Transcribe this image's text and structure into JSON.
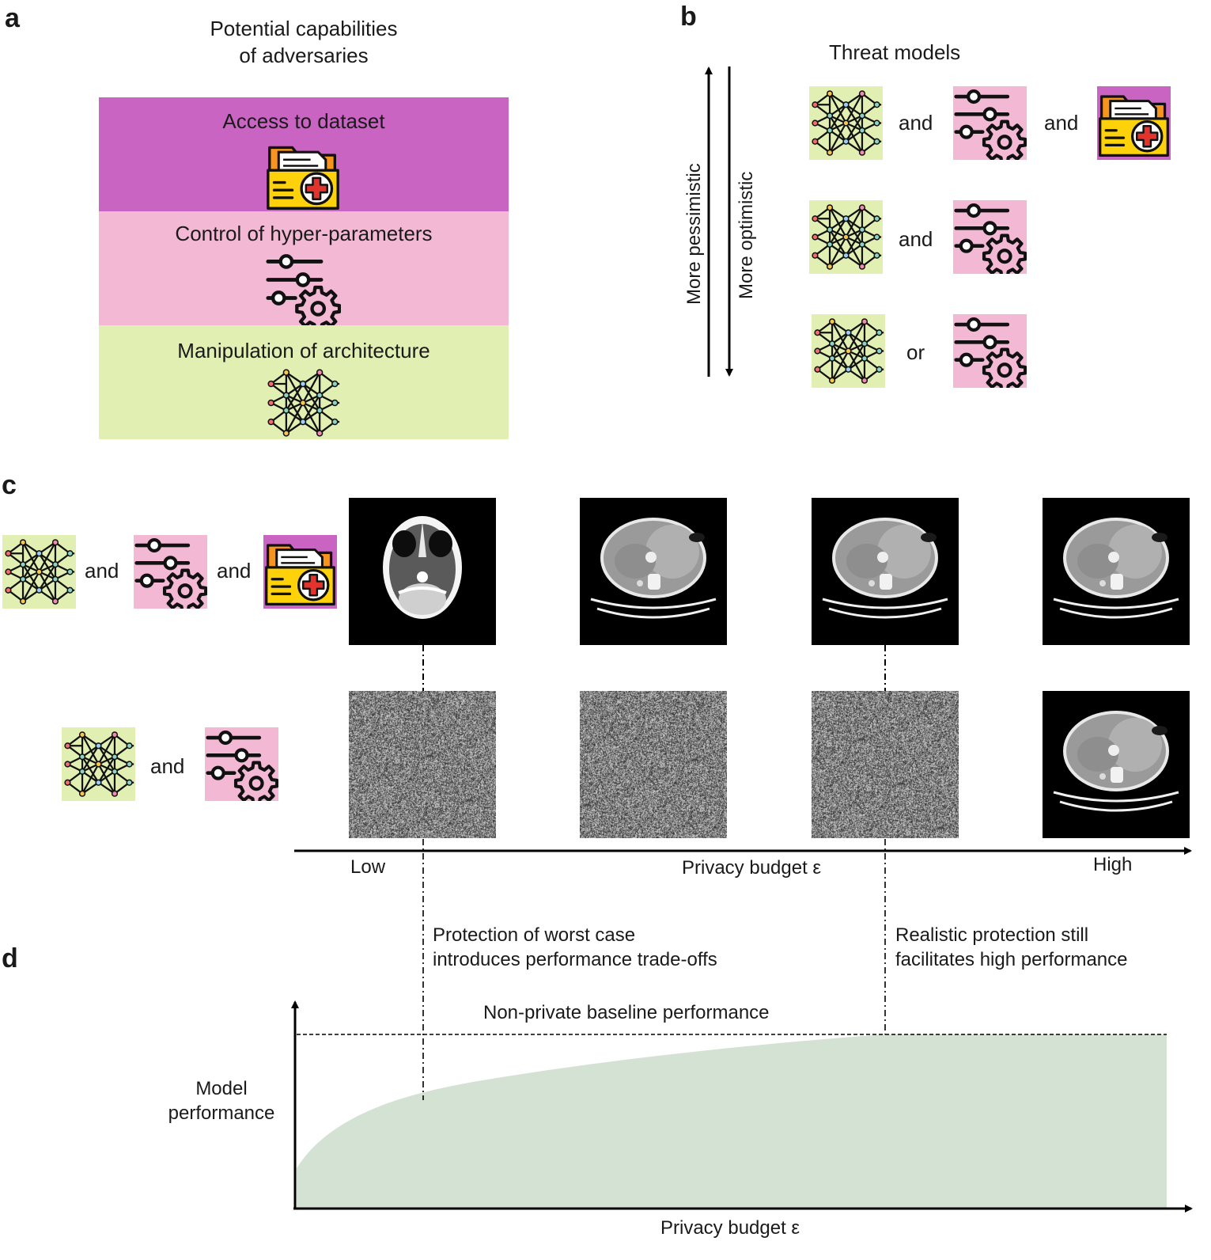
{
  "colors": {
    "dataset_band": "#c964c3",
    "hyperparam_band": "#f3b8d4",
    "architecture_band": "#e1efb3",
    "model_curve_fill": "#d3e2d3",
    "folder_yellow": "#fdd20b",
    "folder_orange": "#f7941d",
    "cross_red": "#e2342d"
  },
  "panel_a": {
    "letter": "a",
    "title_line1": "Potential capabilities",
    "title_line2": "of adversaries",
    "bands": [
      {
        "label": "Access to dataset",
        "icon": "medical-folder-icon"
      },
      {
        "label": "Control of hyper-parameters",
        "icon": "sliders-gear-icon"
      },
      {
        "label": "Manipulation of architecture",
        "icon": "neural-network-icon"
      }
    ]
  },
  "panel_b": {
    "letter": "b",
    "title": "Threat models",
    "arrow_up_label": "More pessimistic",
    "arrow_down_label": "More optimistic",
    "rows": [
      {
        "connectors": [
          "and",
          "and"
        ]
      },
      {
        "connectors": [
          "and"
        ]
      },
      {
        "connectors": [
          "or"
        ]
      }
    ]
  },
  "panel_c": {
    "letter": "c",
    "row1_connectors": [
      "and",
      "and"
    ],
    "row2_connectors": [
      "and"
    ],
    "axis_low": "Low",
    "axis_label": "Privacy budget ε",
    "axis_high": "High"
  },
  "panel_d": {
    "letter": "d",
    "annotation_left_line1": "Protection of worst case",
    "annotation_left_line2": "introduces performance trade-offs",
    "annotation_right_line1": "Realistic protection still",
    "annotation_right_line2": "facilitates high performance",
    "baseline_label": "Non-private baseline performance",
    "ylabel_line1": "Model",
    "ylabel_line2": "performance",
    "xlabel": "Privacy budget ε"
  }
}
